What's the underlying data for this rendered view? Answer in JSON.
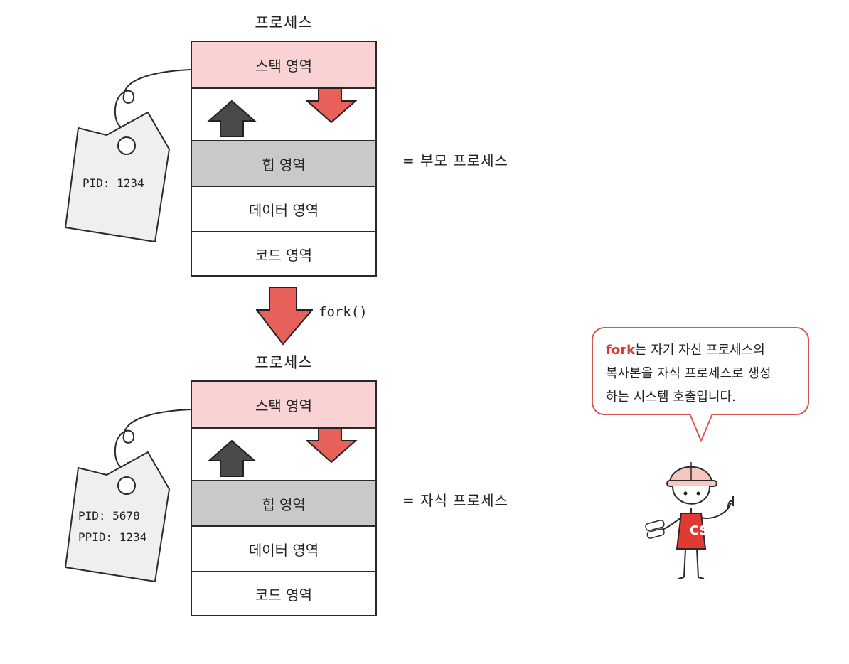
{
  "diagram": {
    "top": {
      "title": "프로세스",
      "segments": [
        "스택 영역",
        "힙 영역",
        "데이터 영역",
        "코드 영역"
      ],
      "side_label": "= 부모 프로세스",
      "tag_lines": [
        "PID: 1234"
      ]
    },
    "fork_label": "fork()",
    "bottom": {
      "title": "프로세스",
      "segments": [
        "스택 영역",
        "힙 영역",
        "데이터 영역",
        "코드 영역"
      ],
      "side_label": "= 자식 프로세스",
      "tag_lines": [
        "PID: 5678",
        "PPID: 1234"
      ]
    }
  },
  "callout": {
    "keyword": "fork",
    "line1_rest": "는 자기 자신 프로세스의",
    "line2": "복사본을 자식 프로세스로 생성",
    "line3": "하는 시스템 호출입니다."
  },
  "character": {
    "shirt_label": "CS"
  },
  "colors": {
    "stack": "#f9d3d3",
    "heap": "#c9c9c9",
    "arrow_red": "#e8605a",
    "arrow_dark": "#4a4a4a",
    "accent": "#d63a35"
  }
}
